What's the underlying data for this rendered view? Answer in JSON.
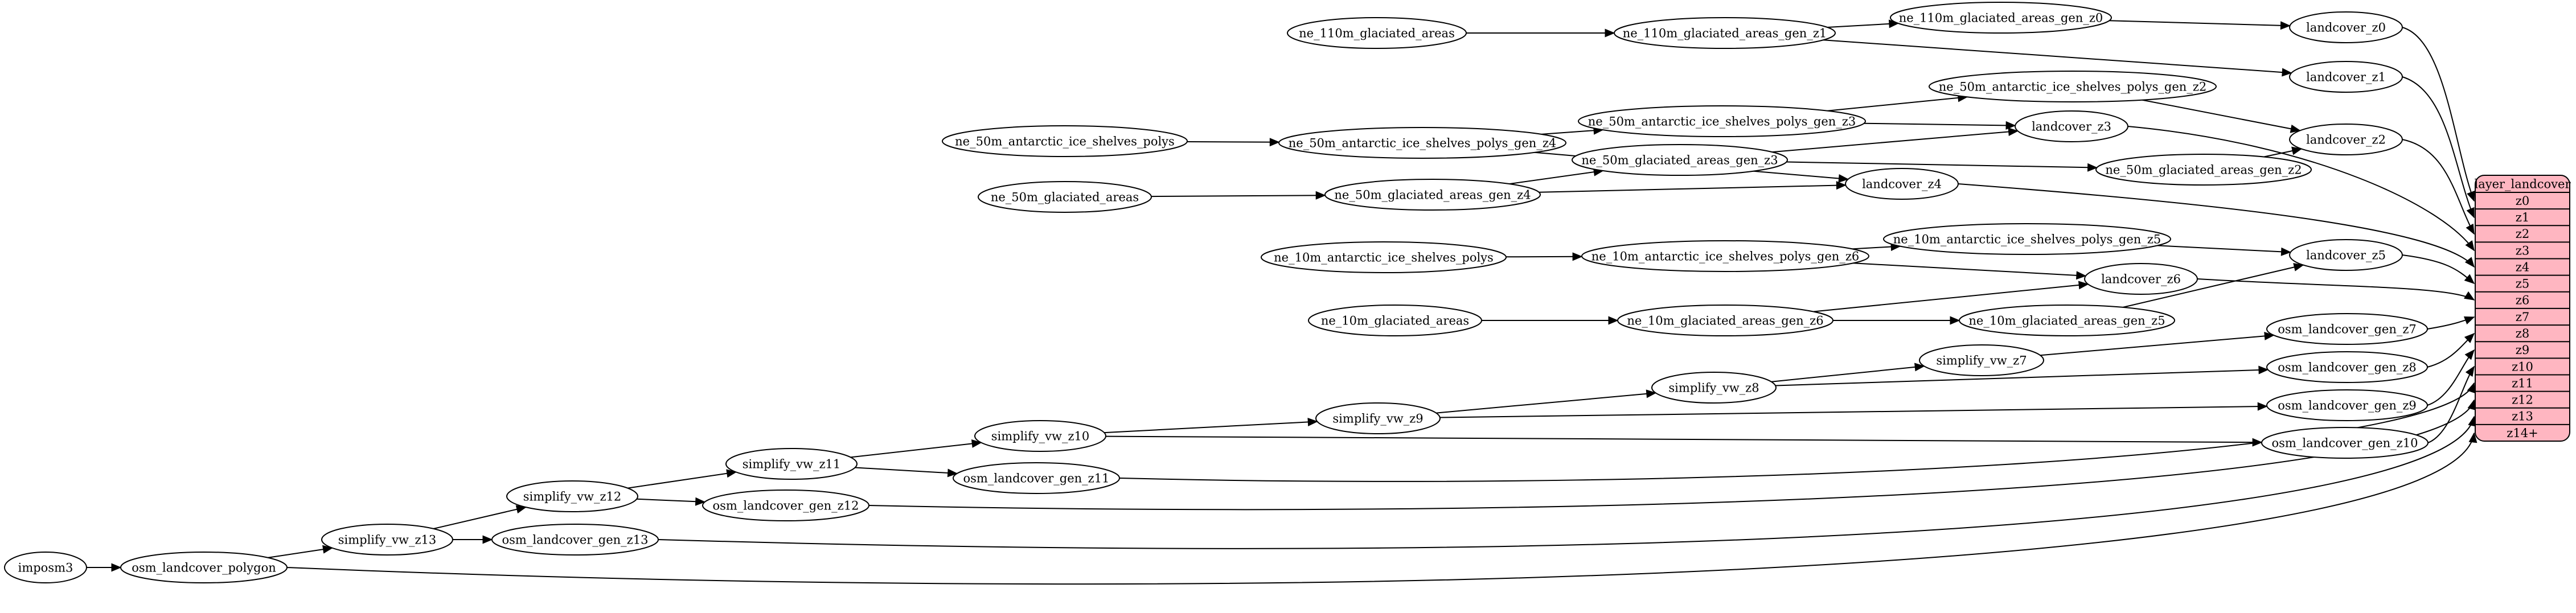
{
  "diagram": {
    "kind": "etl-dependency-graph",
    "background": "#ffffff",
    "node_fill": "#ffffff",
    "edge_color": "#000000",
    "nodes": [
      {
        "id": "imposm3",
        "label": "imposm3"
      },
      {
        "id": "osm_landcover_polygon",
        "label": "osm_landcover_polygon"
      },
      {
        "id": "simplify_vw_z13",
        "label": "simplify_vw_z13"
      },
      {
        "id": "osm_landcover_gen_z13",
        "label": "osm_landcover_gen_z13"
      },
      {
        "id": "simplify_vw_z12",
        "label": "simplify_vw_z12"
      },
      {
        "id": "osm_landcover_gen_z12",
        "label": "osm_landcover_gen_z12"
      },
      {
        "id": "simplify_vw_z11",
        "label": "simplify_vw_z11"
      },
      {
        "id": "osm_landcover_gen_z11",
        "label": "osm_landcover_gen_z11"
      },
      {
        "id": "simplify_vw_z10",
        "label": "simplify_vw_z10"
      },
      {
        "id": "simplify_vw_z9",
        "label": "simplify_vw_z9"
      },
      {
        "id": "simplify_vw_z8",
        "label": "simplify_vw_z8"
      },
      {
        "id": "simplify_vw_z7",
        "label": "simplify_vw_z7"
      },
      {
        "id": "osm_landcover_gen_z7",
        "label": "osm_landcover_gen_z7"
      },
      {
        "id": "osm_landcover_gen_z8",
        "label": "osm_landcover_gen_z8"
      },
      {
        "id": "osm_landcover_gen_z9",
        "label": "osm_landcover_gen_z9"
      },
      {
        "id": "osm_landcover_gen_z10",
        "label": "osm_landcover_gen_z10"
      },
      {
        "id": "ne_110m_glaciated_areas",
        "label": "ne_110m_glaciated_areas"
      },
      {
        "id": "ne_110m_glaciated_areas_gen_z1",
        "label": "ne_110m_glaciated_areas_gen_z1"
      },
      {
        "id": "ne_110m_glaciated_areas_gen_z0",
        "label": "ne_110m_glaciated_areas_gen_z0"
      },
      {
        "id": "landcover_z0",
        "label": "landcover_z0"
      },
      {
        "id": "landcover_z1",
        "label": "landcover_z1"
      },
      {
        "id": "ne_50m_antarctic_ice_shelves_polys",
        "label": "ne_50m_antarctic_ice_shelves_polys"
      },
      {
        "id": "ne_50m_antarctic_ice_shelves_polys_gen_z4",
        "label": "ne_50m_antarctic_ice_shelves_polys_gen_z4"
      },
      {
        "id": "ne_50m_antarctic_ice_shelves_polys_gen_z3",
        "label": "ne_50m_antarctic_ice_shelves_polys_gen_z3"
      },
      {
        "id": "ne_50m_antarctic_ice_shelves_polys_gen_z2",
        "label": "ne_50m_antarctic_ice_shelves_polys_gen_z2"
      },
      {
        "id": "landcover_z3",
        "label": "landcover_z3"
      },
      {
        "id": "landcover_z2",
        "label": "landcover_z2"
      },
      {
        "id": "ne_50m_glaciated_areas",
        "label": "ne_50m_glaciated_areas"
      },
      {
        "id": "ne_50m_glaciated_areas_gen_z4",
        "label": "ne_50m_glaciated_areas_gen_z4"
      },
      {
        "id": "ne_50m_glaciated_areas_gen_z3",
        "label": "ne_50m_glaciated_areas_gen_z3"
      },
      {
        "id": "ne_50m_glaciated_areas_gen_z2",
        "label": "ne_50m_glaciated_areas_gen_z2"
      },
      {
        "id": "landcover_z4",
        "label": "landcover_z4"
      },
      {
        "id": "ne_10m_antarctic_ice_shelves_polys",
        "label": "ne_10m_antarctic_ice_shelves_polys"
      },
      {
        "id": "ne_10m_antarctic_ice_shelves_polys_gen_z6",
        "label": "ne_10m_antarctic_ice_shelves_polys_gen_z6"
      },
      {
        "id": "ne_10m_antarctic_ice_shelves_polys_gen_z5",
        "label": "ne_10m_antarctic_ice_shelves_polys_gen_z5"
      },
      {
        "id": "landcover_z6",
        "label": "landcover_z6"
      },
      {
        "id": "landcover_z5",
        "label": "landcover_z5"
      },
      {
        "id": "ne_10m_glaciated_areas",
        "label": "ne_10m_glaciated_areas"
      },
      {
        "id": "ne_10m_glaciated_areas_gen_z6",
        "label": "ne_10m_glaciated_areas_gen_z6"
      },
      {
        "id": "ne_10m_glaciated_areas_gen_z5",
        "label": "ne_10m_glaciated_areas_gen_z5"
      }
    ],
    "edges": [
      [
        "imposm3",
        "osm_landcover_polygon"
      ],
      [
        "osm_landcover_polygon",
        "simplify_vw_z13"
      ],
      [
        "osm_landcover_polygon",
        "layer:z14+"
      ],
      [
        "simplify_vw_z13",
        "osm_landcover_gen_z13"
      ],
      [
        "simplify_vw_z13",
        "simplify_vw_z12"
      ],
      [
        "osm_landcover_gen_z13",
        "layer:z13"
      ],
      [
        "simplify_vw_z12",
        "osm_landcover_gen_z12"
      ],
      [
        "simplify_vw_z12",
        "simplify_vw_z11"
      ],
      [
        "osm_landcover_gen_z12",
        "layer:z12"
      ],
      [
        "simplify_vw_z11",
        "osm_landcover_gen_z11"
      ],
      [
        "simplify_vw_z11",
        "simplify_vw_z10"
      ],
      [
        "osm_landcover_gen_z11",
        "layer:z11"
      ],
      [
        "simplify_vw_z10",
        "simplify_vw_z9"
      ],
      [
        "simplify_vw_z10",
        "osm_landcover_gen_z10"
      ],
      [
        "osm_landcover_gen_z10",
        "layer:z10"
      ],
      [
        "simplify_vw_z9",
        "simplify_vw_z8"
      ],
      [
        "simplify_vw_z9",
        "osm_landcover_gen_z9"
      ],
      [
        "osm_landcover_gen_z9",
        "layer:z9"
      ],
      [
        "simplify_vw_z8",
        "simplify_vw_z7"
      ],
      [
        "simplify_vw_z8",
        "osm_landcover_gen_z8"
      ],
      [
        "osm_landcover_gen_z8",
        "layer:z8"
      ],
      [
        "simplify_vw_z7",
        "osm_landcover_gen_z7"
      ],
      [
        "osm_landcover_gen_z7",
        "layer:z7"
      ],
      [
        "ne_110m_glaciated_areas",
        "ne_110m_glaciated_areas_gen_z1"
      ],
      [
        "ne_110m_glaciated_areas_gen_z1",
        "ne_110m_glaciated_areas_gen_z0"
      ],
      [
        "ne_110m_glaciated_areas_gen_z1",
        "landcover_z1"
      ],
      [
        "ne_110m_glaciated_areas_gen_z0",
        "landcover_z0"
      ],
      [
        "landcover_z0",
        "layer:z0"
      ],
      [
        "landcover_z1",
        "layer:z1"
      ],
      [
        "ne_50m_antarctic_ice_shelves_polys",
        "ne_50m_antarctic_ice_shelves_polys_gen_z4"
      ],
      [
        "ne_50m_antarctic_ice_shelves_polys_gen_z4",
        "ne_50m_antarctic_ice_shelves_polys_gen_z3"
      ],
      [
        "ne_50m_antarctic_ice_shelves_polys_gen_z4",
        "landcover_z4"
      ],
      [
        "ne_50m_antarctic_ice_shelves_polys_gen_z3",
        "ne_50m_antarctic_ice_shelves_polys_gen_z2"
      ],
      [
        "ne_50m_antarctic_ice_shelves_polys_gen_z3",
        "landcover_z3"
      ],
      [
        "ne_50m_antarctic_ice_shelves_polys_gen_z2",
        "landcover_z2"
      ],
      [
        "ne_50m_glaciated_areas",
        "ne_50m_glaciated_areas_gen_z4"
      ],
      [
        "ne_50m_glaciated_areas_gen_z4",
        "ne_50m_glaciated_areas_gen_z3"
      ],
      [
        "ne_50m_glaciated_areas_gen_z4",
        "landcover_z4"
      ],
      [
        "ne_50m_glaciated_areas_gen_z3",
        "ne_50m_glaciated_areas_gen_z2"
      ],
      [
        "ne_50m_glaciated_areas_gen_z3",
        "landcover_z3"
      ],
      [
        "ne_50m_glaciated_areas_gen_z2",
        "landcover_z2"
      ],
      [
        "landcover_z2",
        "layer:z2"
      ],
      [
        "landcover_z3",
        "layer:z3"
      ],
      [
        "landcover_z4",
        "layer:z4"
      ],
      [
        "ne_10m_antarctic_ice_shelves_polys",
        "ne_10m_antarctic_ice_shelves_polys_gen_z6"
      ],
      [
        "ne_10m_antarctic_ice_shelves_polys_gen_z6",
        "ne_10m_antarctic_ice_shelves_polys_gen_z5"
      ],
      [
        "ne_10m_antarctic_ice_shelves_polys_gen_z6",
        "landcover_z6"
      ],
      [
        "ne_10m_antarctic_ice_shelves_polys_gen_z5",
        "landcover_z5"
      ],
      [
        "ne_10m_glaciated_areas",
        "ne_10m_glaciated_areas_gen_z6"
      ],
      [
        "ne_10m_glaciated_areas_gen_z6",
        "ne_10m_glaciated_areas_gen_z5"
      ],
      [
        "ne_10m_glaciated_areas_gen_z6",
        "landcover_z6"
      ],
      [
        "ne_10m_glaciated_areas_gen_z5",
        "landcover_z5"
      ],
      [
        "landcover_z5",
        "layer:z5"
      ],
      [
        "landcover_z6",
        "layer:z6"
      ]
    ],
    "layer_table": {
      "title": "layer_landcover",
      "rows": [
        "z0",
        "z1",
        "z2",
        "z3",
        "z4",
        "z5",
        "z6",
        "z7",
        "z8",
        "z9",
        "z10",
        "z11",
        "z12",
        "z13",
        "z14+"
      ],
      "fill": "#ffb6c1",
      "stroke": "#000000"
    }
  }
}
